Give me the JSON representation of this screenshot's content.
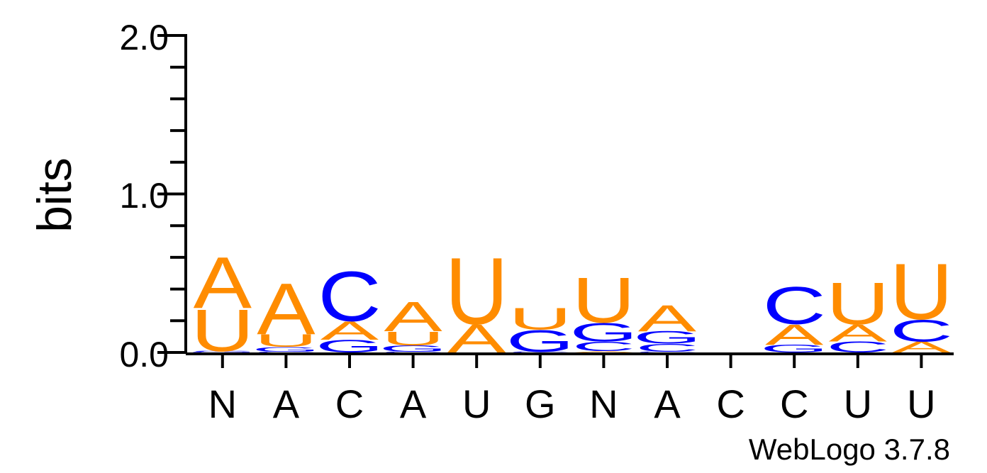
{
  "chart_data": {
    "type": "sequence-logo",
    "ylabel": "bits",
    "ylim": [
      0,
      2
    ],
    "yticks": [
      "0.0",
      "1.0",
      "2.0"
    ],
    "positions": [
      "N",
      "A",
      "C",
      "A",
      "U",
      "G",
      "N",
      "A",
      "C",
      "C",
      "U",
      "U"
    ],
    "colors": {
      "A": "#ff8c00",
      "U": "#ff8c00",
      "C": "#0000ff",
      "G": "#0000ff"
    },
    "columns": [
      [
        {
          "letter": "G",
          "bits": 0.005
        },
        {
          "letter": "C",
          "bits": 0.005
        },
        {
          "letter": "U",
          "bits": 0.27
        },
        {
          "letter": "A",
          "bits": 0.33
        }
      ],
      [
        {
          "letter": "C",
          "bits": 0.005
        },
        {
          "letter": "G",
          "bits": 0.03
        },
        {
          "letter": "U",
          "bits": 0.08
        },
        {
          "letter": "A",
          "bits": 0.33
        }
      ],
      [
        {
          "letter": "G",
          "bits": 0.08
        },
        {
          "letter": "A",
          "bits": 0.12
        },
        {
          "letter": "C",
          "bits": 0.32
        }
      ],
      [
        {
          "letter": "C",
          "bits": 0.005
        },
        {
          "letter": "G",
          "bits": 0.04
        },
        {
          "letter": "U",
          "bits": 0.09
        },
        {
          "letter": "A",
          "bits": 0.19
        }
      ],
      [
        {
          "letter": "A",
          "bits": 0.18
        },
        {
          "letter": "U",
          "bits": 0.43
        }
      ],
      [
        {
          "letter": "C",
          "bits": 0.005
        },
        {
          "letter": "G",
          "bits": 0.14
        },
        {
          "letter": "U",
          "bits": 0.14
        }
      ],
      [
        {
          "letter": "A",
          "bits": 0.01
        },
        {
          "letter": "C",
          "bits": 0.06
        },
        {
          "letter": "G",
          "bits": 0.12
        },
        {
          "letter": "U",
          "bits": 0.29
        }
      ],
      [
        {
          "letter": "C",
          "bits": 0.005
        },
        {
          "letter": "C",
          "bits": 0.05
        },
        {
          "letter": "G",
          "bits": 0.08
        },
        {
          "letter": "A",
          "bits": 0.17
        }
      ],
      [],
      [
        {
          "letter": "G",
          "bits": 0.05
        },
        {
          "letter": "A",
          "bits": 0.13
        },
        {
          "letter": "C",
          "bits": 0.24
        }
      ],
      [
        {
          "letter": "C",
          "bits": 0.07
        },
        {
          "letter": "A",
          "bits": 0.11
        },
        {
          "letter": "U",
          "bits": 0.27
        }
      ],
      [
        {
          "letter": "A",
          "bits": 0.07
        },
        {
          "letter": "C",
          "bits": 0.14
        },
        {
          "letter": "U",
          "bits": 0.36
        }
      ]
    ]
  },
  "credit": "WebLogo 3.7.8"
}
